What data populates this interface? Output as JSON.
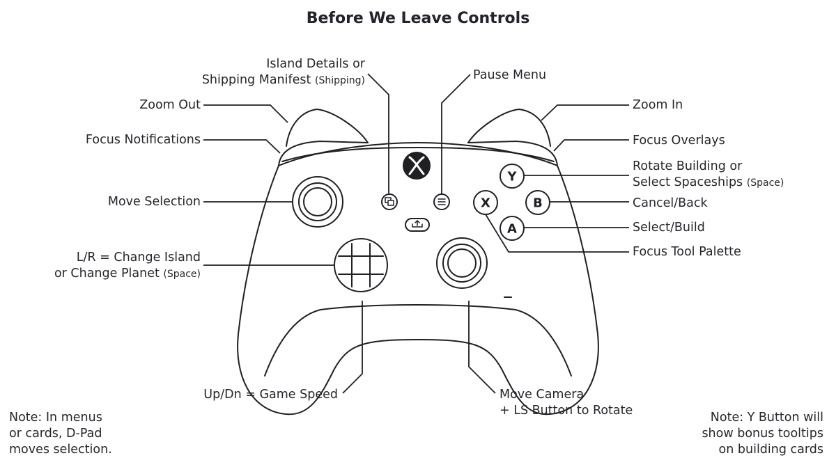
{
  "title": "Before We Leave Controls",
  "labels": {
    "island_details_l1": "Island Details or",
    "island_details_l2": "Shipping Manifest",
    "island_details_paren": "(Shipping)",
    "pause_menu": "Pause Menu",
    "zoom_out": "Zoom Out",
    "zoom_in": "Zoom In",
    "focus_notifications": "Focus Notifications",
    "focus_overlays": "Focus Overlays",
    "rotate_l1": "Rotate Building or",
    "rotate_l2": "Select Spaceships",
    "rotate_paren": "(Space)",
    "move_selection": "Move Selection",
    "cancel_back": "Cancel/Back",
    "select_build": "Select/Build",
    "focus_tool_palette": "Focus Tool Palette",
    "dpad_l1": "L/R = Change Island",
    "dpad_l2": "or Change Planet",
    "dpad_paren": "(Space)",
    "game_speed": "Up/Dn = Game Speed",
    "move_camera_l1": "Move Camera",
    "move_camera_l2": "+ LS Button to Rotate"
  },
  "buttons": {
    "y": "Y",
    "b": "B",
    "x": "X",
    "a": "A"
  },
  "notes": {
    "left": [
      "Note: In menus",
      "or cards, D-Pad",
      "moves selection."
    ],
    "right": [
      "Note: Y Button will",
      "show bonus tooltips",
      "on building cards"
    ]
  },
  "colors": {
    "line": "#1f1f24",
    "text": "#26262c"
  }
}
